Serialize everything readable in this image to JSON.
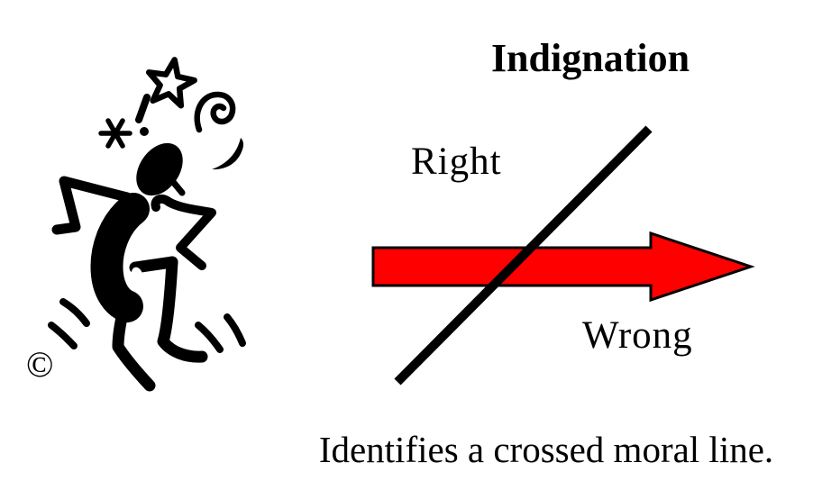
{
  "title": "Indignation",
  "diagram": {
    "label_right": "Right",
    "label_wrong": "Wrong",
    "arrow_color": "#FF0000",
    "line_color": "#000000"
  },
  "caption": "Identifies a crossed moral line.",
  "figure": {
    "copyright": "©"
  },
  "background": "#FFFFFF"
}
